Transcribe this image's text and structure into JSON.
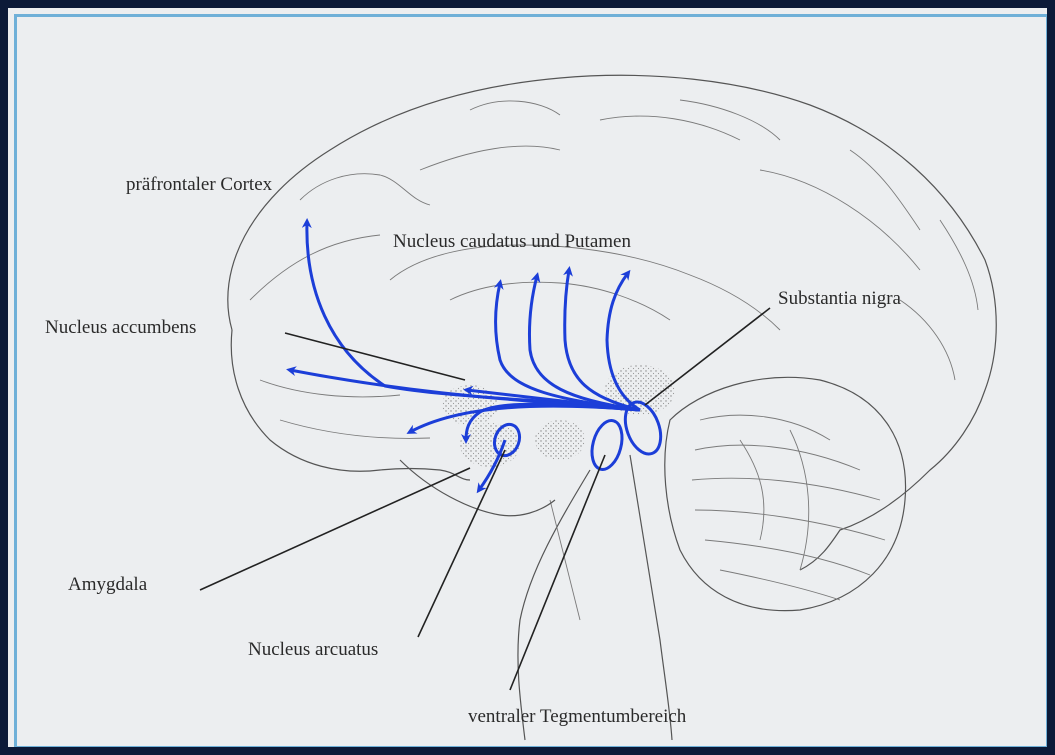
{
  "labels": {
    "prefrontal_cortex": "präfrontaler Cortex",
    "caudate_putamen": "Nucleus caudatus und Putamen",
    "substantia_nigra": "Substantia nigra",
    "nucleus_accumbens": "Nucleus accumbens",
    "amygdala": "Amygdala",
    "nucleus_arcuatus": "Nucleus arcuatus",
    "vta": "ventraler Tegmentumbereich"
  },
  "colors": {
    "pathway": "#1c3ed8",
    "frame_outer": "#0c1a38",
    "frame_inner": "#6fb0d8",
    "background": "#eceef0"
  }
}
